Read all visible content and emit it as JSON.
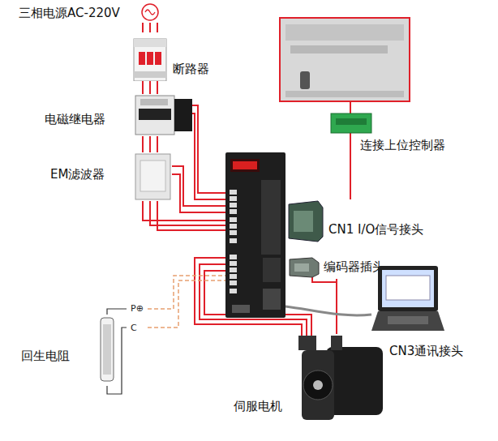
{
  "diagram": {
    "nodes": [
      {
        "text": [
          "三相电源AC-220V"
        ]
      },
      {
        "text": [
          "断路器"
        ]
      },
      {
        "text": [
          "电磁继电器"
        ]
      },
      {
        "text": [
          "EM滤波器"
        ]
      },
      {
        "text": [
          "连接上位控制器"
        ]
      },
      {
        "text": [
          "CN1 I/O信号接头"
        ]
      },
      {
        "text": [
          "编码器插头"
        ]
      },
      {
        "text": [
          "CN3通讯接头"
        ]
      },
      {
        "text": [
          "回生电阻"
        ]
      },
      {
        "text": [
          "伺服电机"
        ]
      }
    ],
    "edges": [
      {
        "from": 0,
        "to": 1,
        "arrow": "none"
      },
      {
        "from": 1,
        "to": 2,
        "arrow": "none"
      },
      {
        "from": 2,
        "to": 3,
        "arrow": "none"
      },
      {
        "from": 4,
        "to": 5,
        "arrow": "none"
      },
      {
        "from": 6,
        "to": 9,
        "arrow": "none"
      }
    ],
    "labels": [
      "P⊕",
      "C"
    ]
  }
}
